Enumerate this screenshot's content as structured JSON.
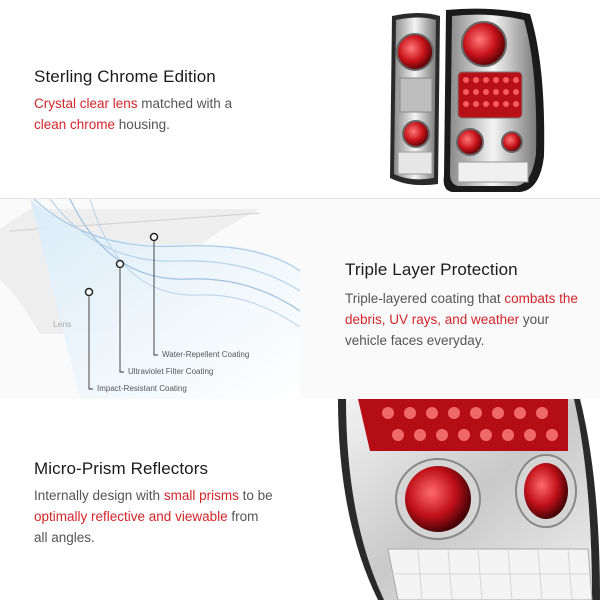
{
  "colors": {
    "accent": "#d4252a",
    "text": "#555555",
    "heading": "#1a1a1a"
  },
  "section1": {
    "title": "Sterling Chrome Edition",
    "body": [
      {
        "text": "Crystal clear lens",
        "hl": true
      },
      {
        "text": " matched with a ",
        "hl": false
      },
      {
        "text": "clean chrome",
        "hl": true
      },
      {
        "text": " housing.",
        "hl": false
      }
    ]
  },
  "section2": {
    "title": "Triple Layer Protection",
    "body": [
      {
        "text": "Triple-layered coating that ",
        "hl": false
      },
      {
        "text": "combats the debris, UV rays, and weather",
        "hl": true
      },
      {
        "text": " your vehicle faces everyday.",
        "hl": false
      }
    ],
    "diagram": {
      "lens_label": "Lens",
      "layers": [
        "Water-Repellent Coating",
        "Ultraviolet Filter Coating",
        "Impact-Resistant Coating"
      ]
    }
  },
  "section3": {
    "title": "Micro-Prism Reflectors",
    "body": [
      {
        "text": "Internally design with ",
        "hl": false
      },
      {
        "text": "small prisms",
        "hl": true
      },
      {
        "text": " to be ",
        "hl": false
      },
      {
        "text": "optimally reflective and viewable",
        "hl": true
      },
      {
        "text": " from all angles.",
        "hl": false
      }
    ]
  }
}
